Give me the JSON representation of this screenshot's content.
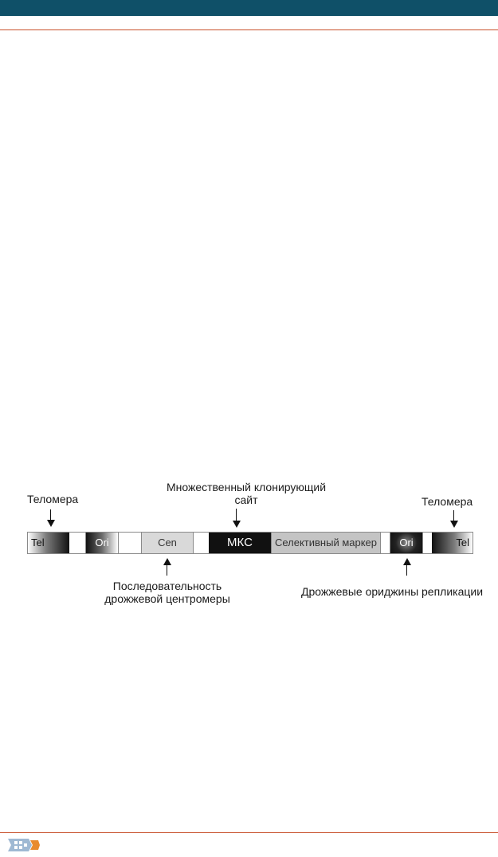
{
  "colors": {
    "header_bar": "#0f5068",
    "accent_line": "#c8502a",
    "segment_dark": "#111111",
    "segment_light": "#d9d9d9",
    "segment_mid": "#c4c4c4",
    "logo_blue": "#6f95b8",
    "logo_orange": "#e88b2e"
  },
  "diagram": {
    "labels": {
      "telomere_left": "Теломера",
      "mcs_line1": "Множественный клонирующий",
      "mcs_line2": "сайт",
      "telomere_right": "Теломера",
      "cen_line1": "Последовательность",
      "cen_line2": "дрожжевой центромеры",
      "ori_desc": "Дрожжевые ориджины репликации"
    },
    "segments": {
      "tel_left": "Tel",
      "ori_left": "Ori",
      "cen": "Cen",
      "mcs": "МКС",
      "selective_marker": "Селективный маркер",
      "ori_right": "Ori",
      "tel_right": "Tel"
    }
  },
  "footer": {
    "logo_icon": "publisher-logo-icon"
  }
}
